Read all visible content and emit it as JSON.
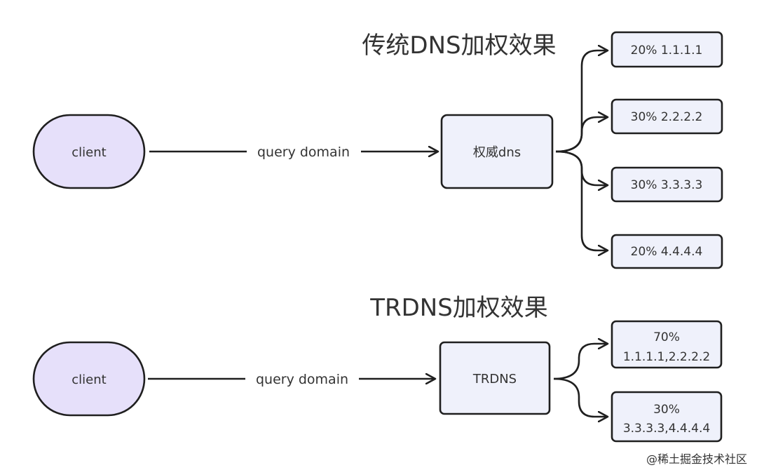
{
  "watermark": "@稀土掘金技术社区",
  "sections": [
    {
      "title": "传统DNS加权效果",
      "client_label": "client",
      "edge_label": "query domain",
      "server_label": "权威dns",
      "targets": [
        {
          "lines": [
            "20% 1.1.1.1"
          ]
        },
        {
          "lines": [
            "30% 2.2.2.2"
          ]
        },
        {
          "lines": [
            "30% 3.3.3.3"
          ]
        },
        {
          "lines": [
            "20% 4.4.4.4"
          ]
        }
      ]
    },
    {
      "title": "TRDNS加权效果",
      "client_label": "client",
      "edge_label": "query domain",
      "server_label": "TRDNS",
      "targets": [
        {
          "lines": [
            "70%",
            "1.1.1.1,2.2.2.2"
          ]
        },
        {
          "lines": [
            "30%",
            "3.3.3.3,4.4.4.4"
          ]
        }
      ]
    }
  ],
  "colors": {
    "client_fill": "#e6e0fa",
    "box_fill": "#eff1fb",
    "stroke": "#1f1f1f"
  }
}
